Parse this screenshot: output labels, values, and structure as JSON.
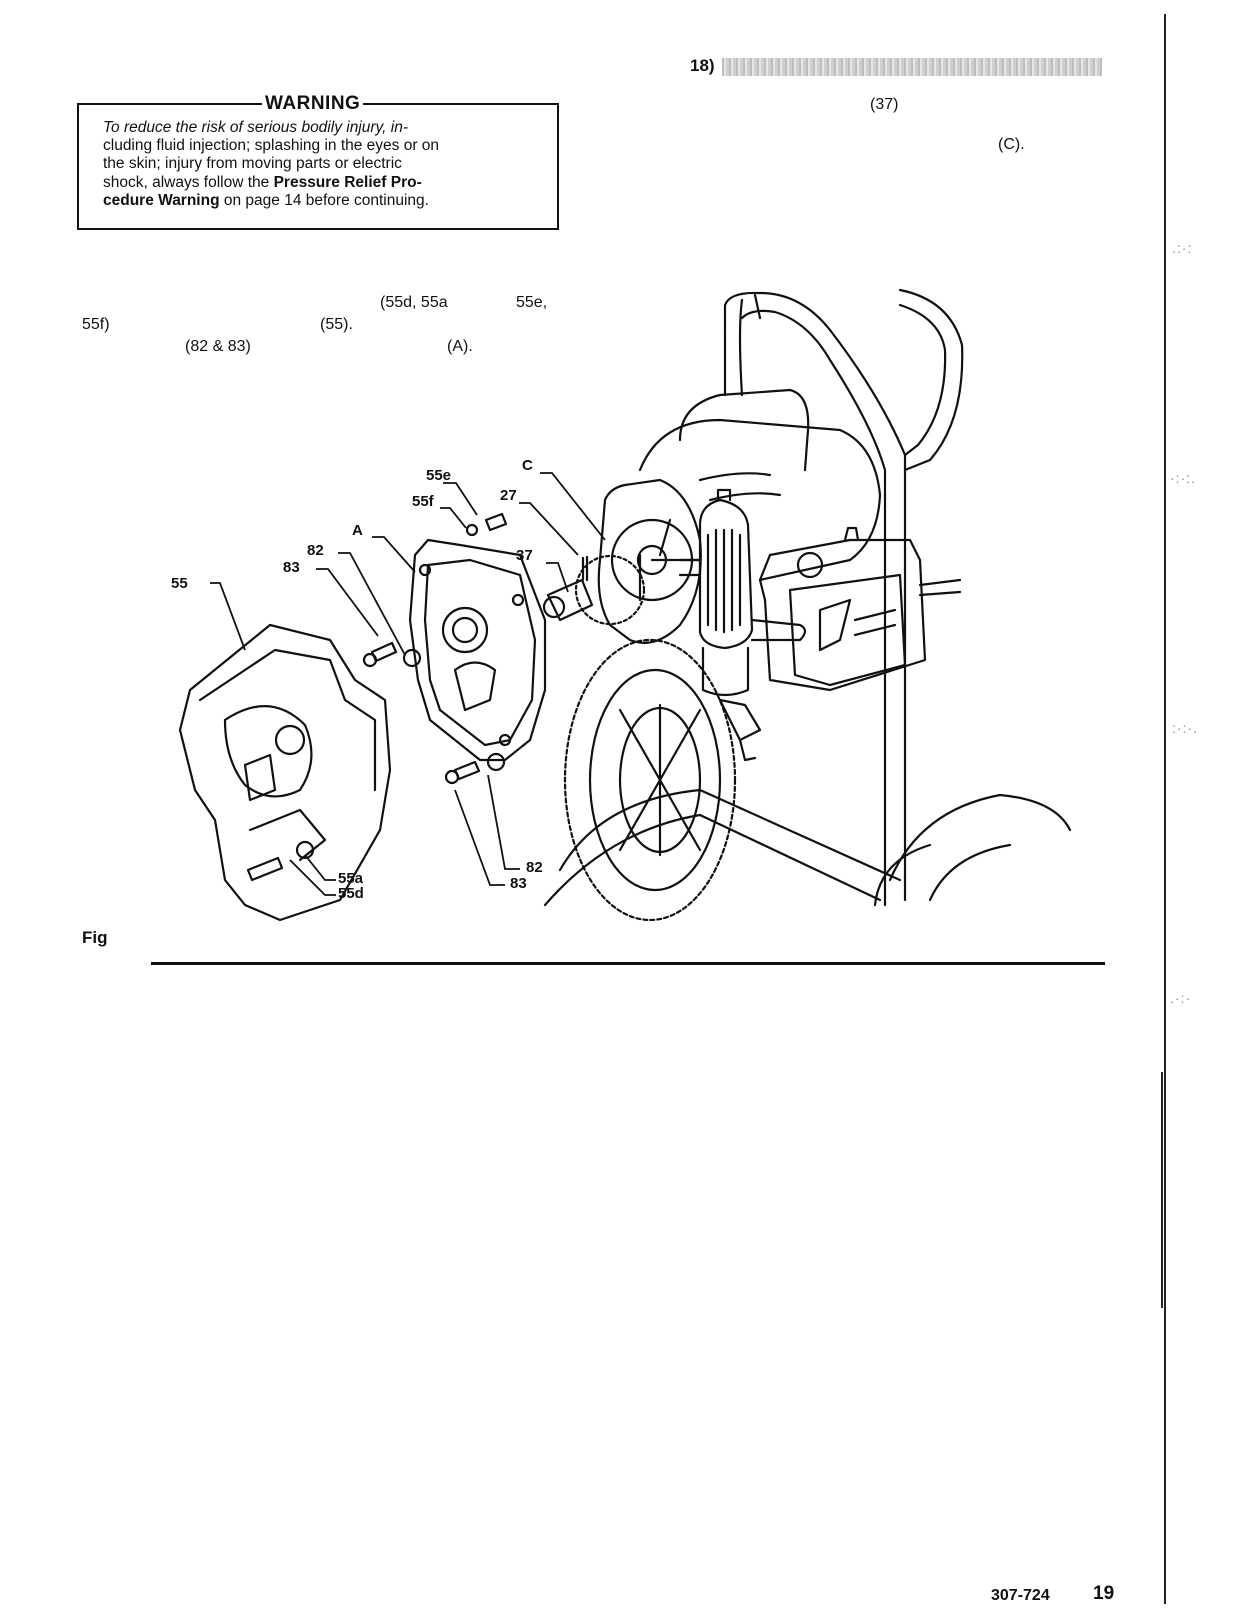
{
  "header": {
    "step_number": "18)"
  },
  "warning": {
    "title": "WARNING",
    "line1": "To reduce the risk of serious bodily injury, in-",
    "line2": "cluding fluid injection; splashing in the eyes or on",
    "line3": "the skin; injury from moving parts or electric",
    "line4_pre": "shock, always follow the ",
    "line4_bold": "Pressure Relief Pro-",
    "line5_bold": "cedure Warning",
    "line5_post": " on page 14 before continuing."
  },
  "text_refs": {
    "r37": "(37)",
    "rC": "(C).",
    "r55d": "(55d, 55a",
    "r55e": "55e,",
    "r55f": "55f)",
    "r55": "(55).",
    "r82": "(82 & 83)",
    "rA": "(A)."
  },
  "callouts": {
    "c55e": "55e",
    "c55f": "55f",
    "c27": "27",
    "cC": "C",
    "cA": "A",
    "c82a": "82",
    "c83a": "83",
    "c55": "55",
    "c37": "37",
    "c82b": "82",
    "c83b": "83",
    "c55a": "55a",
    "c55d": "55d"
  },
  "figure": {
    "label": "Fig"
  },
  "footer": {
    "doc_number": "307-724",
    "page_number": "19"
  }
}
